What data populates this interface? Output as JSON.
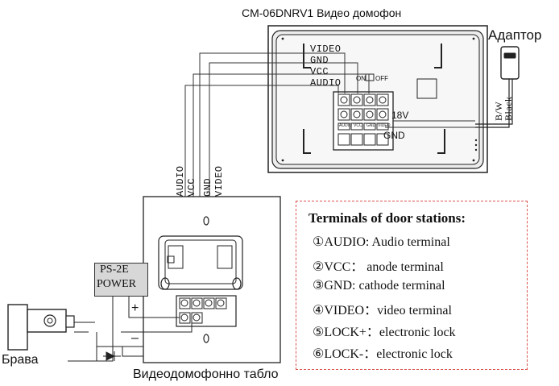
{
  "header": {
    "monitor_title": "CM-06DNRV1 Видео домофон",
    "adapter_title": "Адаптор"
  },
  "monitor": {
    "wire_labels": [
      "VIDEO",
      "GND",
      "VCC",
      "AUDIO"
    ],
    "power_label": "18V",
    "gnd_label": "GND",
    "switch_labels": [
      "ON",
      "OFF"
    ],
    "terminal_small_labels": [
      "AUDIO",
      "VCC",
      "GND",
      "VIDEO"
    ]
  },
  "adapter": {
    "wire_labels": [
      "B/W",
      "Black"
    ]
  },
  "door_panel": {
    "wire_labels": [
      "AUDIO",
      "VCC",
      "GND",
      "VIDEO"
    ],
    "caption": "Видеодомофонно табло"
  },
  "power_supply": {
    "line1": "PS-2E",
    "line2": "POWER",
    "plus": "+",
    "minus": "–"
  },
  "camera": {
    "caption": "Брава"
  },
  "legend": {
    "title": "Terminals of door stations:",
    "items": [
      "①AUDIO: Audio terminal",
      "②VCC：  anode terminal",
      "③GND:   cathode terminal",
      "④VIDEO：video terminal",
      "⑤LOCK+：electronic lock",
      "⑥LOCK-：electronic lock"
    ]
  },
  "colors": {
    "legend_border": "#d9534f",
    "line": "#222222",
    "monitor_fill": "#e9e9e9",
    "ps_fill": "#d7d7d7"
  }
}
